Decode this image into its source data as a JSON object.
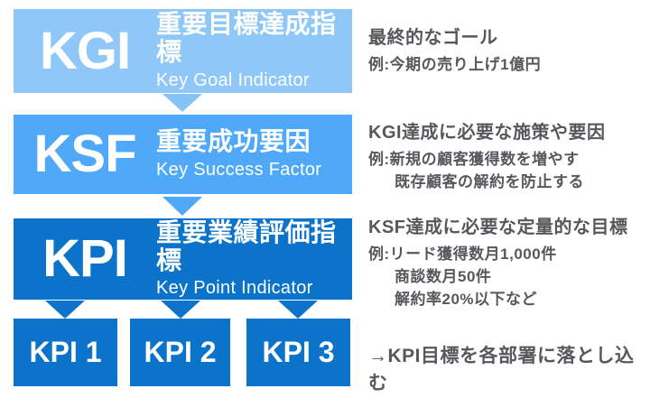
{
  "diagram": {
    "rows": [
      {
        "acronym": "KGI",
        "title_ja": "重要目標達成指標",
        "title_en": "Key Goal Indicator",
        "note_title": "最終的なゴール",
        "note_line1": "例:今期の売り上げ1億円"
      },
      {
        "acronym": "KSF",
        "title_ja": "重要成功要因",
        "title_en": "Key Success Factor",
        "note_title": "KGI達成に必要な施策や要因",
        "note_line1": "例:新規の顧客獲得数を増やす",
        "note_line2": "既存顧客の解約を防止する"
      },
      {
        "acronym": "KPI",
        "title_ja": "重要業績評価指標",
        "title_en": "Key Point Indicator",
        "note_title": "KSF達成に必要な定量的な目標",
        "note_line1": "例:リード獲得数月1,000件",
        "note_line2": "商談数月50件",
        "note_line3": "解約率20%以下など"
      }
    ],
    "sub_kpis": [
      "KPI 1",
      "KPI 2",
      "KPI 3"
    ],
    "footnote": "→KPI目標を各部署に落とし込む",
    "colors": {
      "kgi_box": "#8FC8F8",
      "kgi_arrow": "#85C3F7",
      "ksf_box": "#4FA9F8",
      "kpi_box": "#0C73CB",
      "box_text": "#FFFFFF",
      "note_text": "#58585C"
    }
  }
}
